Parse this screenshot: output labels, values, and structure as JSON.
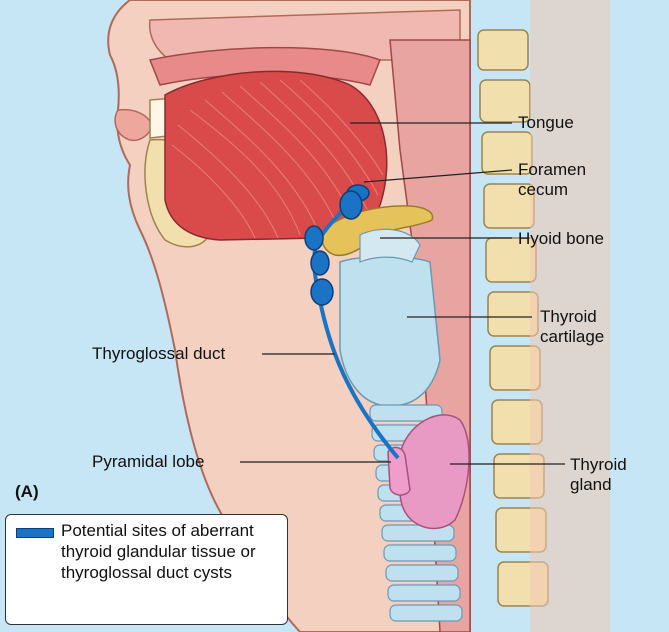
{
  "labels": {
    "tongue": "Tongue",
    "foramen_cecum": "Foramen\ncecum",
    "hyoid_bone": "Hyoid bone",
    "thyroid_cartilage": "Thyroid\ncartilage",
    "thyroglossal_duct": "Thyroglossal duct",
    "pyramidal_lobe": "Pyramidal lobe",
    "thyroid_gland": "Thyroid\ngland"
  },
  "panel_letter": "(A)",
  "legend": {
    "text": "Potential sites of aberrant thyroid glandular tissue or thyroglossal duct cysts"
  },
  "colors": {
    "background": "#c6e6f5",
    "duct": "#1a73c4",
    "tongue": "#d94b4b",
    "thyroid_gland": "#e89ac4",
    "hyoid": "#e6c35a",
    "cartilage": "#bfe0ef",
    "skin": "#f4d0c0"
  }
}
